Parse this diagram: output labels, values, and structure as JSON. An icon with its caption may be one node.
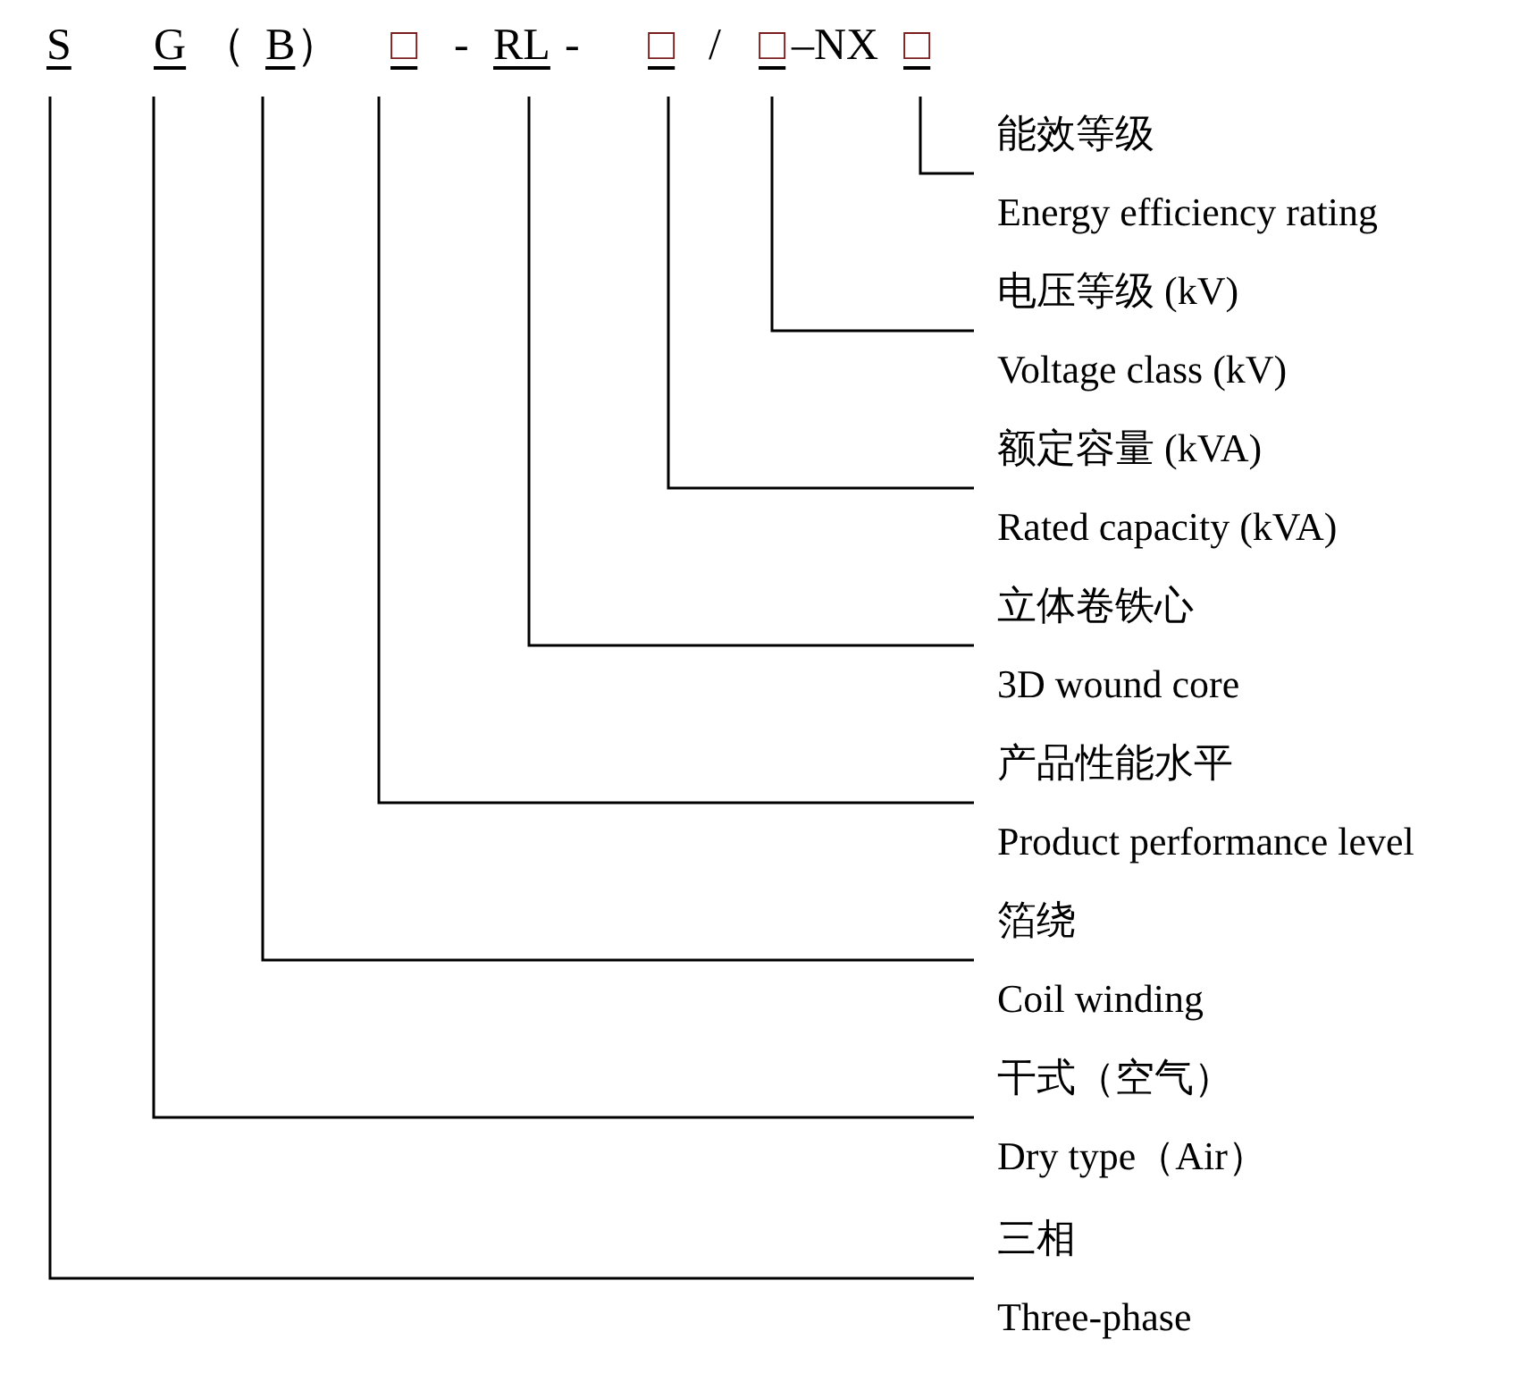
{
  "diagram": {
    "nodes": [
      {
        "text": [
          "S"
        ]
      },
      {
        "text": [
          "G"
        ]
      },
      {
        "text": [
          "B"
        ]
      },
      {
        "text": [
          "□"
        ]
      },
      {
        "text": [
          "RL"
        ]
      },
      {
        "text": [
          "□"
        ]
      },
      {
        "text": [
          "□"
        ]
      },
      {
        "text": [
          "□"
        ]
      },
      {
        "text": [
          "能效等级",
          "Energy efficiency rating"
        ]
      },
      {
        "text": [
          "电压等级 (kV)",
          "Voltage class (kV)"
        ]
      },
      {
        "text": [
          "额定容量 (kVA)",
          "Rated capacity (kVA)"
        ]
      },
      {
        "text": [
          "立体卷铁心",
          "3D wound core"
        ]
      },
      {
        "text": [
          "产品性能水平",
          "Product performance level"
        ]
      },
      {
        "text": [
          "箔绕",
          "Coil winding"
        ]
      },
      {
        "text": [
          "干式（空气）",
          "Dry type（Air）"
        ]
      },
      {
        "text": [
          "三相",
          "Three-phase"
        ]
      }
    ],
    "edges": [
      {
        "from": 7,
        "to": 8,
        "arrow": "none"
      },
      {
        "from": 6,
        "to": 9,
        "arrow": "none"
      },
      {
        "from": 5,
        "to": 10,
        "arrow": "none"
      },
      {
        "from": 4,
        "to": 11,
        "arrow": "none"
      },
      {
        "from": 3,
        "to": 12,
        "arrow": "none"
      },
      {
        "from": 2,
        "to": 13,
        "arrow": "none"
      },
      {
        "from": 1,
        "to": 14,
        "arrow": "none"
      },
      {
        "from": 0,
        "to": 15,
        "arrow": "none"
      }
    ],
    "labels": [
      "（",
      "）",
      "-",
      "-",
      "/",
      "–NX"
    ]
  }
}
